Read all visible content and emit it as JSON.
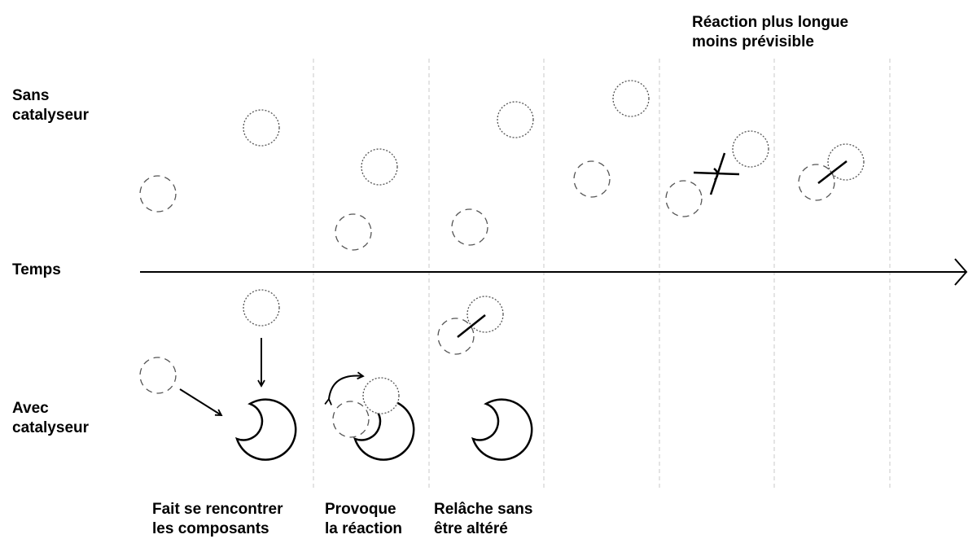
{
  "labels": {
    "without_catalyst": "Sans\ncatalyseur",
    "with_catalyst": "Avec\ncatalyseur",
    "time_axis": "Temps",
    "slow_reaction_note": "Réaction plus longue\nmoins prévisible"
  },
  "steps": [
    {
      "caption": "Fait se rencontrer\nles composants"
    },
    {
      "caption": "Provoque\nla réaction"
    },
    {
      "caption": "Relâche sans\nêtre altéré"
    }
  ],
  "colors": {
    "ink": "#000000",
    "separator": "#c8c8c8",
    "molecule_outline": "#555555"
  }
}
